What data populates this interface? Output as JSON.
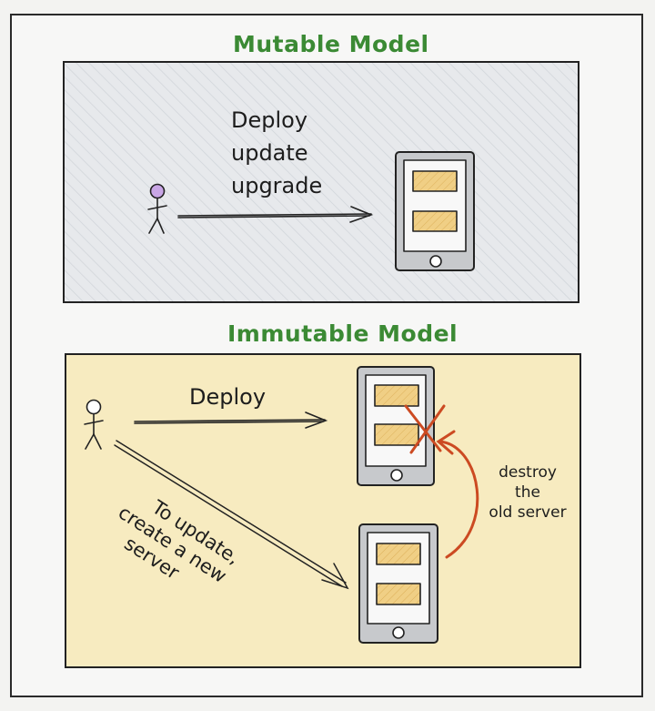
{
  "mutable": {
    "title": "Mutable Model",
    "actions": [
      "Deploy",
      "update",
      "upgrade"
    ]
  },
  "immutable": {
    "title": "Immutable Model",
    "deploy": "Deploy",
    "update_note": [
      "To update,",
      "create a new",
      "server"
    ],
    "destroy_note": [
      "destroy",
      "the",
      "old server"
    ]
  },
  "colors": {
    "title": "#3b8a34",
    "mutable_bg": "#e4e6ea",
    "immutable_bg": "#f7ebc0",
    "server_body": "#c7c9cc",
    "slot_fill": "#f0cf85",
    "destroy_stroke": "#cc4a22",
    "actor_head": "#c9a6e6"
  }
}
